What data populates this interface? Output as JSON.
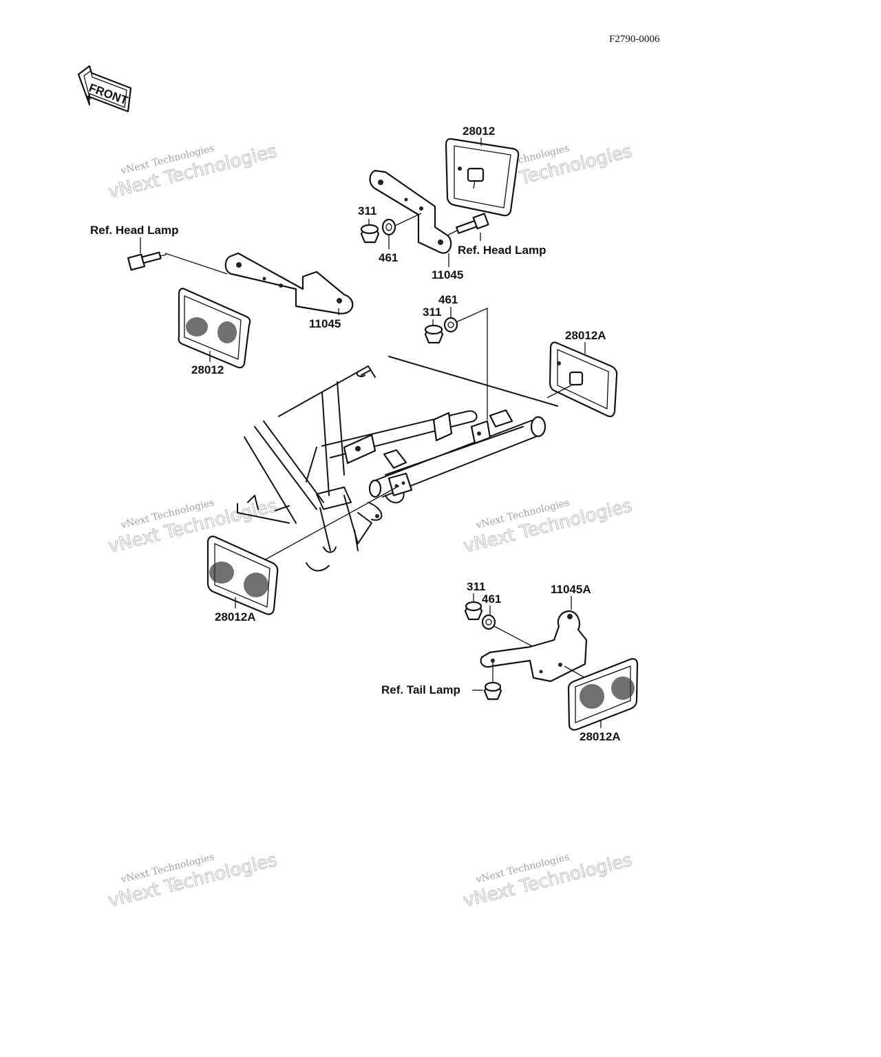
{
  "diagram_code": "F2790-0006",
  "front_arrow": {
    "text": "FRONT"
  },
  "watermark": {
    "line1": "vNext Technologies",
    "line2": "vNext Technologies"
  },
  "callouts": {
    "ref_head_lamp_left": "Ref. Head Lamp",
    "bracket_left": "11045",
    "reflector_left": "28012",
    "reflector_top": "28012",
    "nut_top": "311",
    "washer_top": "461",
    "bracket_top": "11045",
    "ref_head_lamp_right": "Ref. Head Lamp",
    "washer_mid": "461",
    "nut_mid": "311",
    "reflector_right": "28012A",
    "reflector_lower_left": "28012A",
    "nut_lower": "311",
    "washer_lower": "461",
    "bracket_lower": "11045A",
    "ref_tail_lamp": "Ref. Tail Lamp",
    "reflector_lower_right": "28012A"
  }
}
